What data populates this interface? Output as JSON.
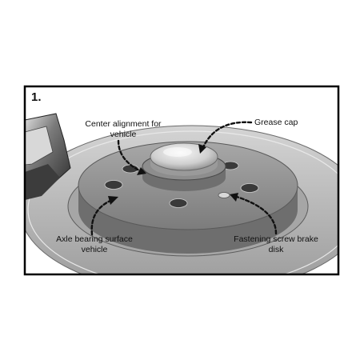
{
  "figure": {
    "step_number": "1.",
    "labels": {
      "center_alignment_line1": "Center alignment for",
      "center_alignment_line2": "vehicle",
      "grease_cap": "Grease cap",
      "axle_bearing_line1": "Axle bearing surface",
      "axle_bearing_line2": "vehicle",
      "fastening_screw_line1": "Fastening screw brake",
      "fastening_screw_line2": "disk"
    }
  },
  "colors": {
    "frame": "#000000",
    "disc": "#bdbdbd",
    "spacer": "#8e8e8e",
    "hub": "#7a7a7a",
    "cap": "#d9d9d9",
    "caliper": "#5a5a5a",
    "background": "#ffffff"
  }
}
